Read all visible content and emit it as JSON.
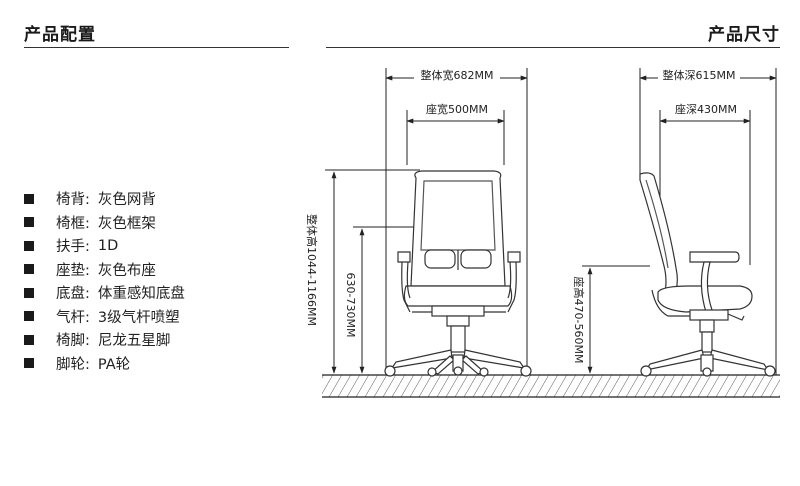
{
  "headings": {
    "left": "产品配置",
    "right": "产品尺寸"
  },
  "specs": [
    {
      "label": "椅背:",
      "value": "灰色网背"
    },
    {
      "label": "椅框:",
      "value": "灰色框架"
    },
    {
      "label": "扶手:",
      "value": "1D"
    },
    {
      "label": "座垫:",
      "value": "灰色布座"
    },
    {
      "label": "底盘:",
      "value": "体重感知底盘"
    },
    {
      "label": "气杆:",
      "value": "3级气杆喷塑"
    },
    {
      "label": "椅脚:",
      "value": "尼龙五星脚"
    },
    {
      "label": "脚轮:",
      "value": "PA轮"
    }
  ],
  "dimensions": {
    "front_overall_width": "整体宽682MM",
    "front_seat_width": "座宽500MM",
    "front_overall_height": "整体高1044-1166MM",
    "front_seat_height": "630-730MM",
    "side_overall_depth": "整体深615MM",
    "side_seat_depth": "座深430MM",
    "side_seat_height": "座高470-560MM"
  }
}
